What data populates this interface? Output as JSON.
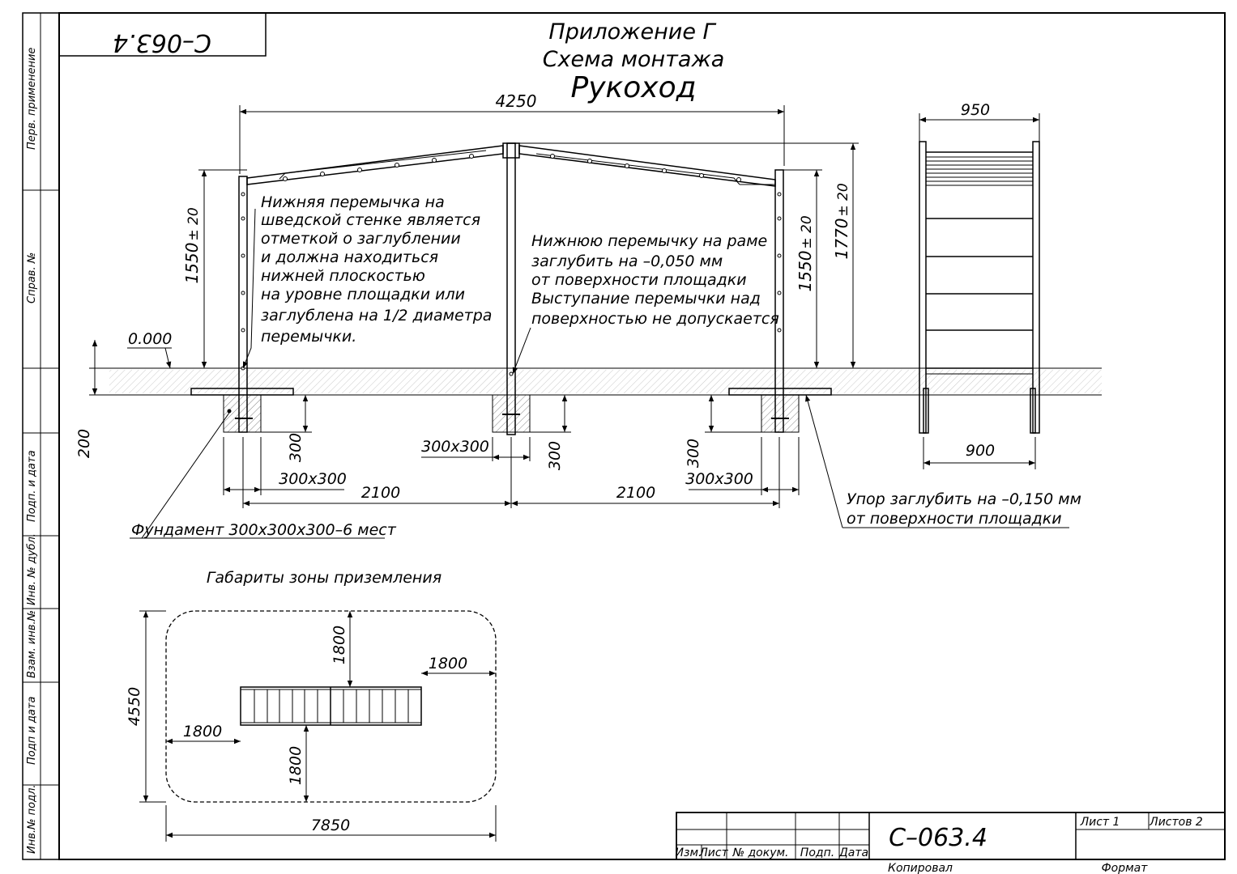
{
  "stamp": {
    "code_rotated": "С–063.4",
    "code": "С–063.4"
  },
  "title": {
    "line1": "Приложение Г",
    "line2": "Схема монтажа",
    "line3": "Рукоход"
  },
  "side_labels": [
    "Перв. применение",
    "Справ. №",
    "Подп. и дата",
    "Инв. № дубл.",
    "Взам. инв.№",
    "Подп и дата",
    "Инв.№ подл."
  ],
  "dims": {
    "total_length": "4250",
    "left_height": "1550",
    "right_height": "1550",
    "right_total": "1770",
    "tol": "± 20",
    "level": "0.000",
    "depth": "200",
    "f1": "300",
    "f2": "300",
    "f3": "300",
    "base_center": "300x300",
    "base_left": "300x300",
    "base_right": "300x300",
    "span_left": "2100",
    "span_right": "2100",
    "side_top": "950",
    "side_bottom": "900"
  },
  "notes": {
    "note1": [
      "Нижняя перемычка на",
      "шведской стенке является",
      "отметкой о заглублении",
      "и должна находиться",
      "нижней плоскостью",
      "на уровне площадки или",
      "заглублена на 1/2 диаметра",
      "перемычки."
    ],
    "note2": [
      "Нижнюю перемычку на раме",
      "заглубить на –0,050 мм",
      "от поверхности площадки",
      "Выступание перемычки над",
      "поверхностью не допускается"
    ],
    "foundation": "Фундамент 300x300x300–6 мест",
    "stop": [
      "Упор заглубить на –0,150 мм",
      "от поверхности площадки"
    ]
  },
  "zone": {
    "title": "Габариты зоны приземления",
    "height": "4550",
    "width": "7850",
    "top": "1800",
    "right": "1800",
    "left": "1800",
    "bottom": "1800"
  },
  "titleblock": {
    "izm": "Изм.",
    "list": "Лист",
    "dokum": "№ докум.",
    "podp": "Подп.",
    "data": "Дата",
    "sheet": "Лист 1",
    "sheets": "Листов 2",
    "kopiroval": "Копировал",
    "format": "Формат"
  }
}
